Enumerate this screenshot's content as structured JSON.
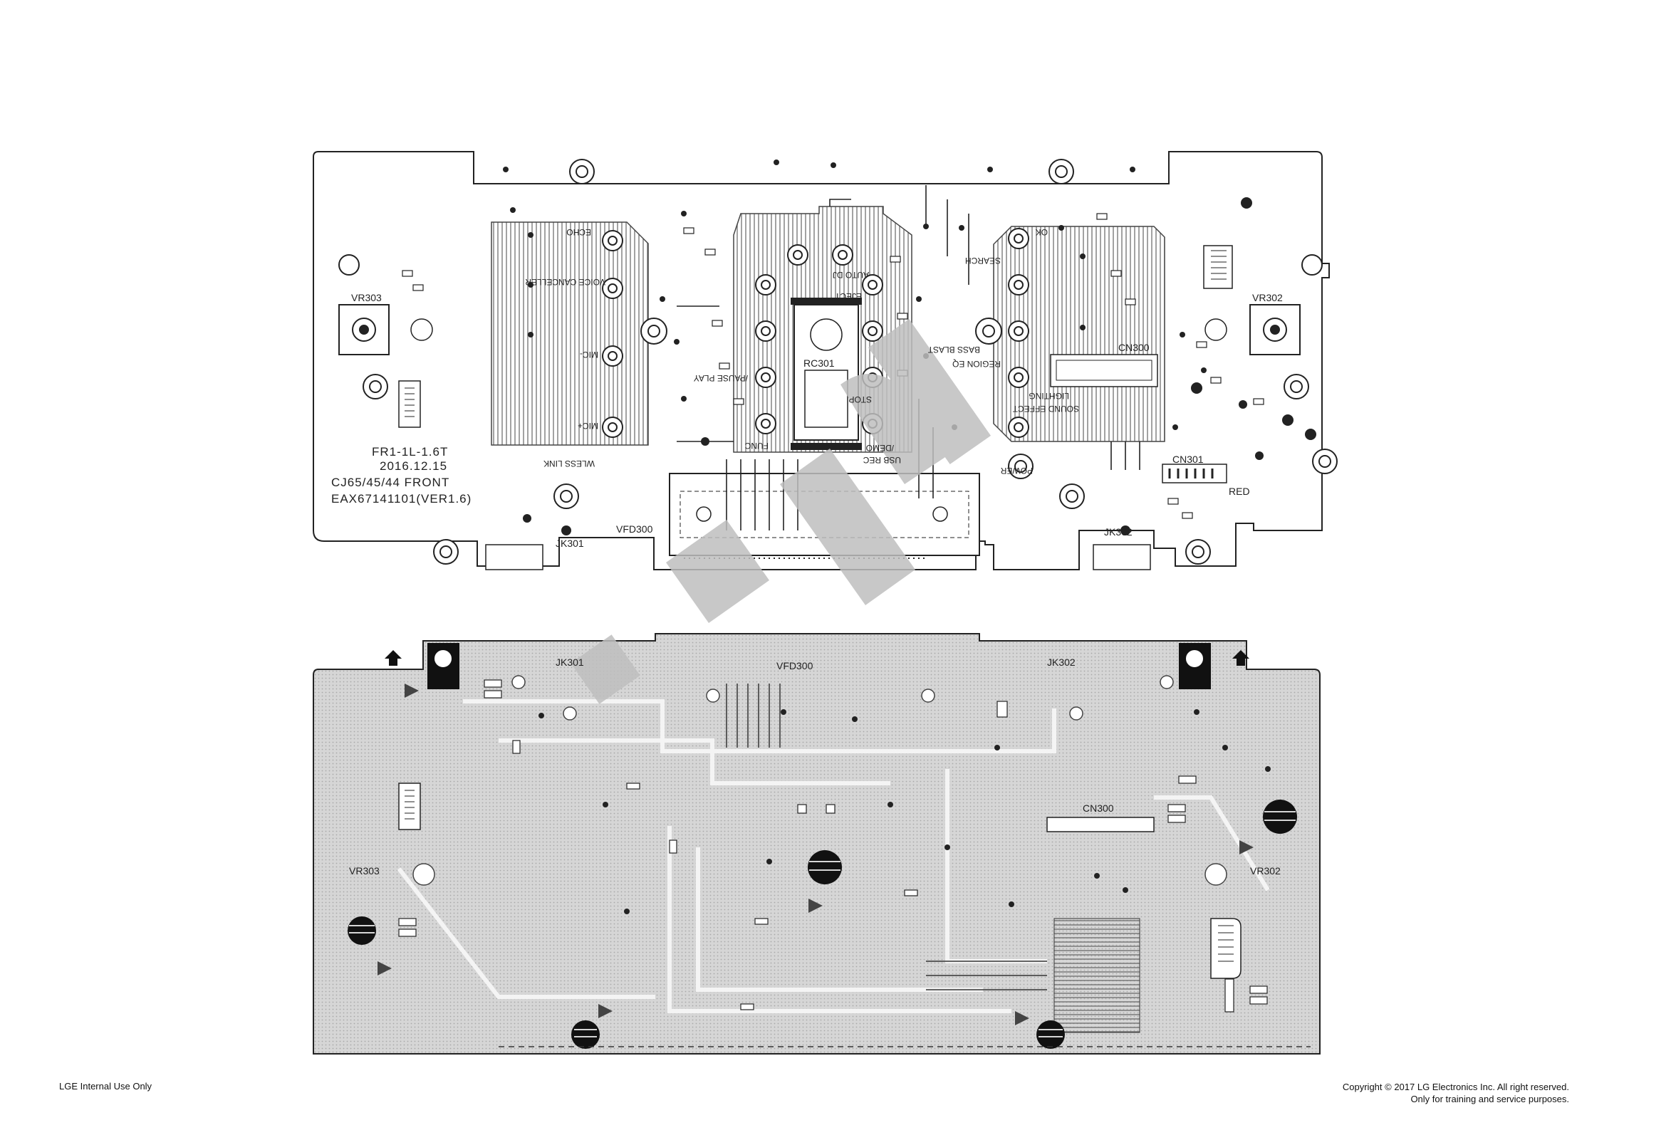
{
  "top_board": {
    "info_lines": [
      "FR1-1L-1.6T",
      "2016.12.15",
      "CJ65/45/44 FRONT",
      "EAX67141101(VER1.6)"
    ],
    "refdes": {
      "vr303": "VR303",
      "vr302": "VR302",
      "rc301": "RC301",
      "cn300": "CN300",
      "cn301": "CN301",
      "vfd300": "VFD300",
      "jk301": "JK301",
      "jk302": "JK302",
      "red": "RED"
    },
    "button_labels": {
      "echo": "ECHO",
      "voice_canceller": "VOICE CANCELLER",
      "mic_minus": "MIC-",
      "mic_plus": "MIC+",
      "pause_play": "/PAUSE PLAY",
      "auto_dj": "AUTO DJ",
      "eject": "EJECT",
      "stop": "STOP",
      "func": "FUNC",
      "usb_rec": "USB REC",
      "demo": "/DEMO",
      "ok": "OK",
      "search": "SEARCH",
      "bass_blast": "BASS BLAST",
      "region_eq": "REGION EQ",
      "lighting": "LIGHTING",
      "sound_effect": "SOUND EFFECT",
      "power": "POWER",
      "wless_link": "WLESS LINK"
    }
  },
  "bottom_board": {
    "refdes": {
      "jk301": "JK301",
      "jk302": "JK302",
      "vfd300": "VFD300",
      "cn300": "CN300",
      "vr303": "VR303",
      "vr302": "VR302"
    }
  },
  "footer": {
    "left": "LGE Internal Use Only",
    "right_line1": "Copyright © 2017 LG Electronics Inc. All right reserved.",
    "right_line2": "Only for training and service purposes."
  },
  "colors": {
    "trace": "#222222",
    "board_fill": "#dcdcdc",
    "hatch": "#7a7a7a",
    "watermark": "#bfbfbf"
  }
}
